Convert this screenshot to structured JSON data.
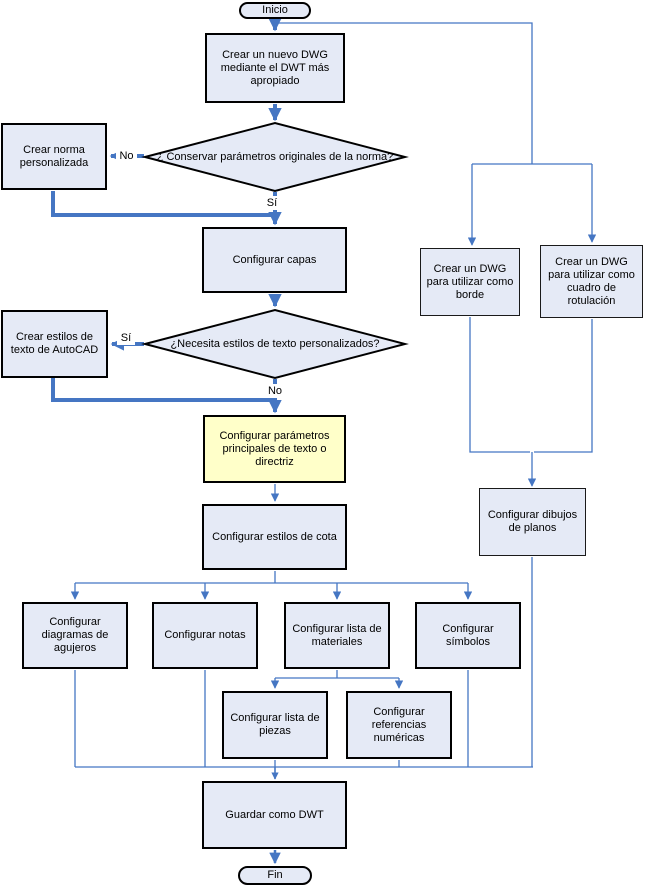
{
  "colors": {
    "connector_blue": "#4576C3",
    "node_fill": "#E5EAF6",
    "highlight_fill": "#FFFFC9",
    "node_border": "#000000",
    "background": "#FFFFFF"
  },
  "nodes": {
    "inicio": {
      "label": "Inicio"
    },
    "crear_dwg": {
      "label": "Crear un nuevo DWG mediante el DWT más apropiado"
    },
    "decision_norma": {
      "label": "¿ Conservar parámetros originales de la norma?"
    },
    "crear_norma": {
      "label": "Crear norma personalizada"
    },
    "configurar_capas": {
      "label": "Configurar capas"
    },
    "decision_texto": {
      "label": "¿Necesita estilos de texto personalizados?"
    },
    "crear_estilos_texto": {
      "label": "Crear estilos de texto de AutoCAD"
    },
    "config_parametros": {
      "label": "Configurar parámetros principales de texto o directriz"
    },
    "config_cota": {
      "label": "Configurar estilos de cota"
    },
    "config_agujeros": {
      "label": "Configurar diagramas de agujeros"
    },
    "config_notas": {
      "label": "Configurar notas"
    },
    "config_materiales": {
      "label": "Configurar lista de materiales"
    },
    "config_simbolos": {
      "label": "Configurar símbolos"
    },
    "config_piezas": {
      "label": "Configurar lista de piezas"
    },
    "config_referencias": {
      "label": "Configurar referencias numéricas"
    },
    "guardar": {
      "label": "Guardar como DWT"
    },
    "fin": {
      "label": "Fin"
    },
    "crear_borde": {
      "label": "Crear un DWG para utilizar como borde"
    },
    "crear_rotulacion": {
      "label": "Crear un DWG para utilizar como cuadro de rotulación"
    },
    "config_planos": {
      "label": "Configurar dibujos de planos"
    }
  },
  "edge_labels": {
    "decision_norma_no": "No",
    "decision_norma_si": "Sí",
    "decision_texto_si": "Sí",
    "decision_texto_no": "No"
  }
}
